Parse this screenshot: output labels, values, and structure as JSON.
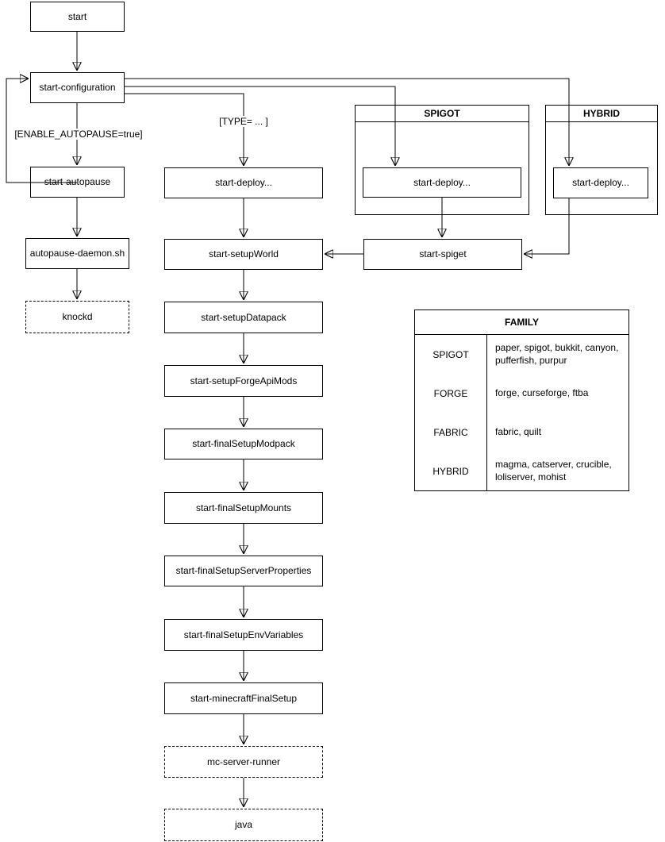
{
  "diagram": {
    "nodes": {
      "start": "start",
      "start_configuration": "start-configuration",
      "start_autopause": "start-autopause",
      "autopause_daemon": "autopause-daemon.sh",
      "knockd": "knockd",
      "start_deploy": "start-deploy...",
      "spigot_deploy": "start-deploy...",
      "hybrid_deploy": "start-deploy...",
      "start_spiget": "start-spiget",
      "start_setup_world": "start-setupWorld",
      "start_setup_datapack": "start-setupDatapack",
      "start_setup_forge_api_mods": "start-setupForgeApiMods",
      "start_final_setup_modpack": "start-finalSetupModpack",
      "start_final_setup_mounts": "start-finalSetupMounts",
      "start_final_setup_server_properties": "start-finalSetupServerProperties",
      "start_final_setup_env_variables": "start-finalSetupEnvVariables",
      "start_minecraft_final_setup": "start-minecraftFinalSetup",
      "mc_server_runner": "mc-server-runner",
      "java": "java"
    },
    "groups": {
      "spigot": "SPIGOT",
      "hybrid": "HYBRID"
    },
    "edge_labels": {
      "enable_autopause": "[ENABLE_AUTOPAUSE=true]",
      "type_condition": "[TYPE= ... ]"
    },
    "table": {
      "title": "FAMILY",
      "rows": [
        {
          "family": "SPIGOT",
          "values": "paper, spigot, bukkit, canyon, pufferfish, purpur"
        },
        {
          "family": "FORGE",
          "values": "forge, curseforge, ftba"
        },
        {
          "family": "FABRIC",
          "values": "fabric, quilt"
        },
        {
          "family": "HYBRID",
          "values": "magma, catserver, crucible, loliserver, mohist"
        }
      ]
    },
    "colors": {
      "stroke": "#000000",
      "fill": "#ffffff",
      "text": "#000000"
    }
  }
}
